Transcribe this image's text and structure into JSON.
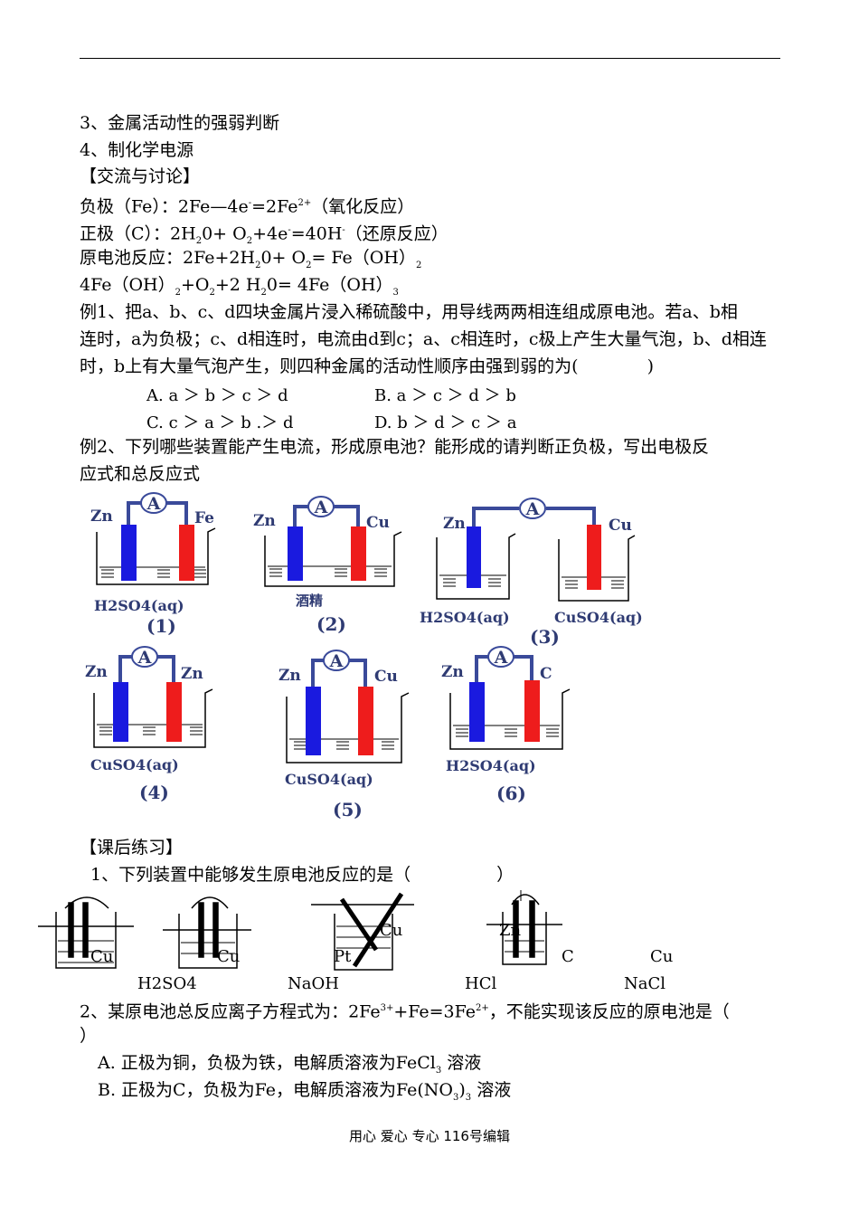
{
  "lines": {
    "l1": "3、金属活动性的强弱判断",
    "l2": "4、制化学电源",
    "l3": "【交流与讨论】",
    "l4a": "负极（Fe）：2Fe—4e",
    "l4sup1": "-",
    "l4b": "=2Fe",
    "l4sup2": "2+",
    "l4c": "（氧化反应）",
    "l5a": "正极（C）：2H",
    "l5sub1": "2",
    "l5b": "0+ O",
    "l5sub2": "2",
    "l5c": "+4e",
    "l5sup": "-",
    "l5d": "=40H",
    "l5sup2": "-",
    "l5e": "（还原反应）",
    "l6a": "原电池反应：2Fe+2H",
    "l6sub1": "2",
    "l6b": "0+ O",
    "l6sub2": "2",
    "l6c": "= Fe（OH）",
    "l6sub3": "2",
    "l7a": "4Fe（OH）",
    "l7sub1": "2",
    "l7b": "+O",
    "l7sub2": "2",
    "l7c": "+2 H",
    "l7sub3": "2",
    "l7d": "0= 4Fe（OH）",
    "l7sub4": "3",
    "ex1_1": "例1、把a、b、c、d四块金属片浸入稀硫酸中，用导线两两相连组成原电池。若a、b相",
    "ex1_2": "连时，a为负极；c、d相连时，电流由d到c；a、c相连时，c极上产生大量气泡，b、d相连",
    "ex1_3": "时，b上有大量气泡产生，则四种金属的活动性顺序由强到弱的为(　　　　)",
    "optA": "A. a ＞ b ＞ c ＞ d",
    "optB": "B. a ＞ c ＞ d ＞ b",
    "optC": "C. c ＞ a ＞ b .＞ d",
    "optD": "D. b ＞ d ＞ c ＞ a",
    "ex2_1": "例2、下列哪些装置能产生电流，形成原电池？能形成的请判断正负极，写出电极反",
    "ex2_2": "应式和总反应式",
    "hw": "【课后练习】",
    "q1": "1、下列装置中能够发生原电池反应的是（　　　　　）",
    "q2a": "2、某原电池总反应离子方程式为：2Fe",
    "q2sup1": "3+",
    "q2b": "+Fe=3Fe",
    "q2sup2": "2+",
    "q2c": "，不能实现该反应的原电池是（",
    "q2d": "）",
    "q2A": "A. 正极为铜，负极为铁，电解质溶液为FeCl",
    "q2Asub": "3",
    "q2Ab": " 溶液",
    "q2B": "B. 正极为C，负极为Fe，电解质溶液为Fe(NO",
    "q2Bsub": "3",
    "q2Bb": ")",
    "q2Bsub2": "3",
    "q2Bc": " 溶液"
  },
  "cells": {
    "meter": "A",
    "c1": {
      "left": "Zn",
      "right": "Fe",
      "sol": "H2SO4(aq)",
      "num": "(1)"
    },
    "c2": {
      "left": "Zn",
      "right": "Cu",
      "sol": "酒精",
      "num": "(2)"
    },
    "c3": {
      "left": "Zn",
      "right": "Cu",
      "sol_left": "H2SO4(aq)",
      "sol_right": "CuSO4(aq)",
      "num": "(3)"
    },
    "c4": {
      "left": "Zn",
      "right": "Zn",
      "sol": "CuSO4(aq)",
      "num": "(4)"
    },
    "c5": {
      "left": "Zn",
      "right": "Cu",
      "sol": "CuSO4(aq)",
      "num": "(5)"
    },
    "c6": {
      "left": "Zn",
      "right": "C",
      "sol": "H2SO4(aq)",
      "num": "(6)"
    }
  },
  "exercise": {
    "labels": [
      "Cu",
      "Cu",
      "Cu",
      "Pt",
      "Zn",
      "C",
      "Cu"
    ],
    "solutions": [
      "H2SO4",
      "NaOH",
      "HCl",
      "NaCl"
    ]
  },
  "footer": "用心 爱心 专心 116号编辑",
  "colors": {
    "negative": "#1a1adf",
    "positive": "#ee1c1c",
    "wire": "#3a4a9a",
    "label": "#2f3b73"
  }
}
